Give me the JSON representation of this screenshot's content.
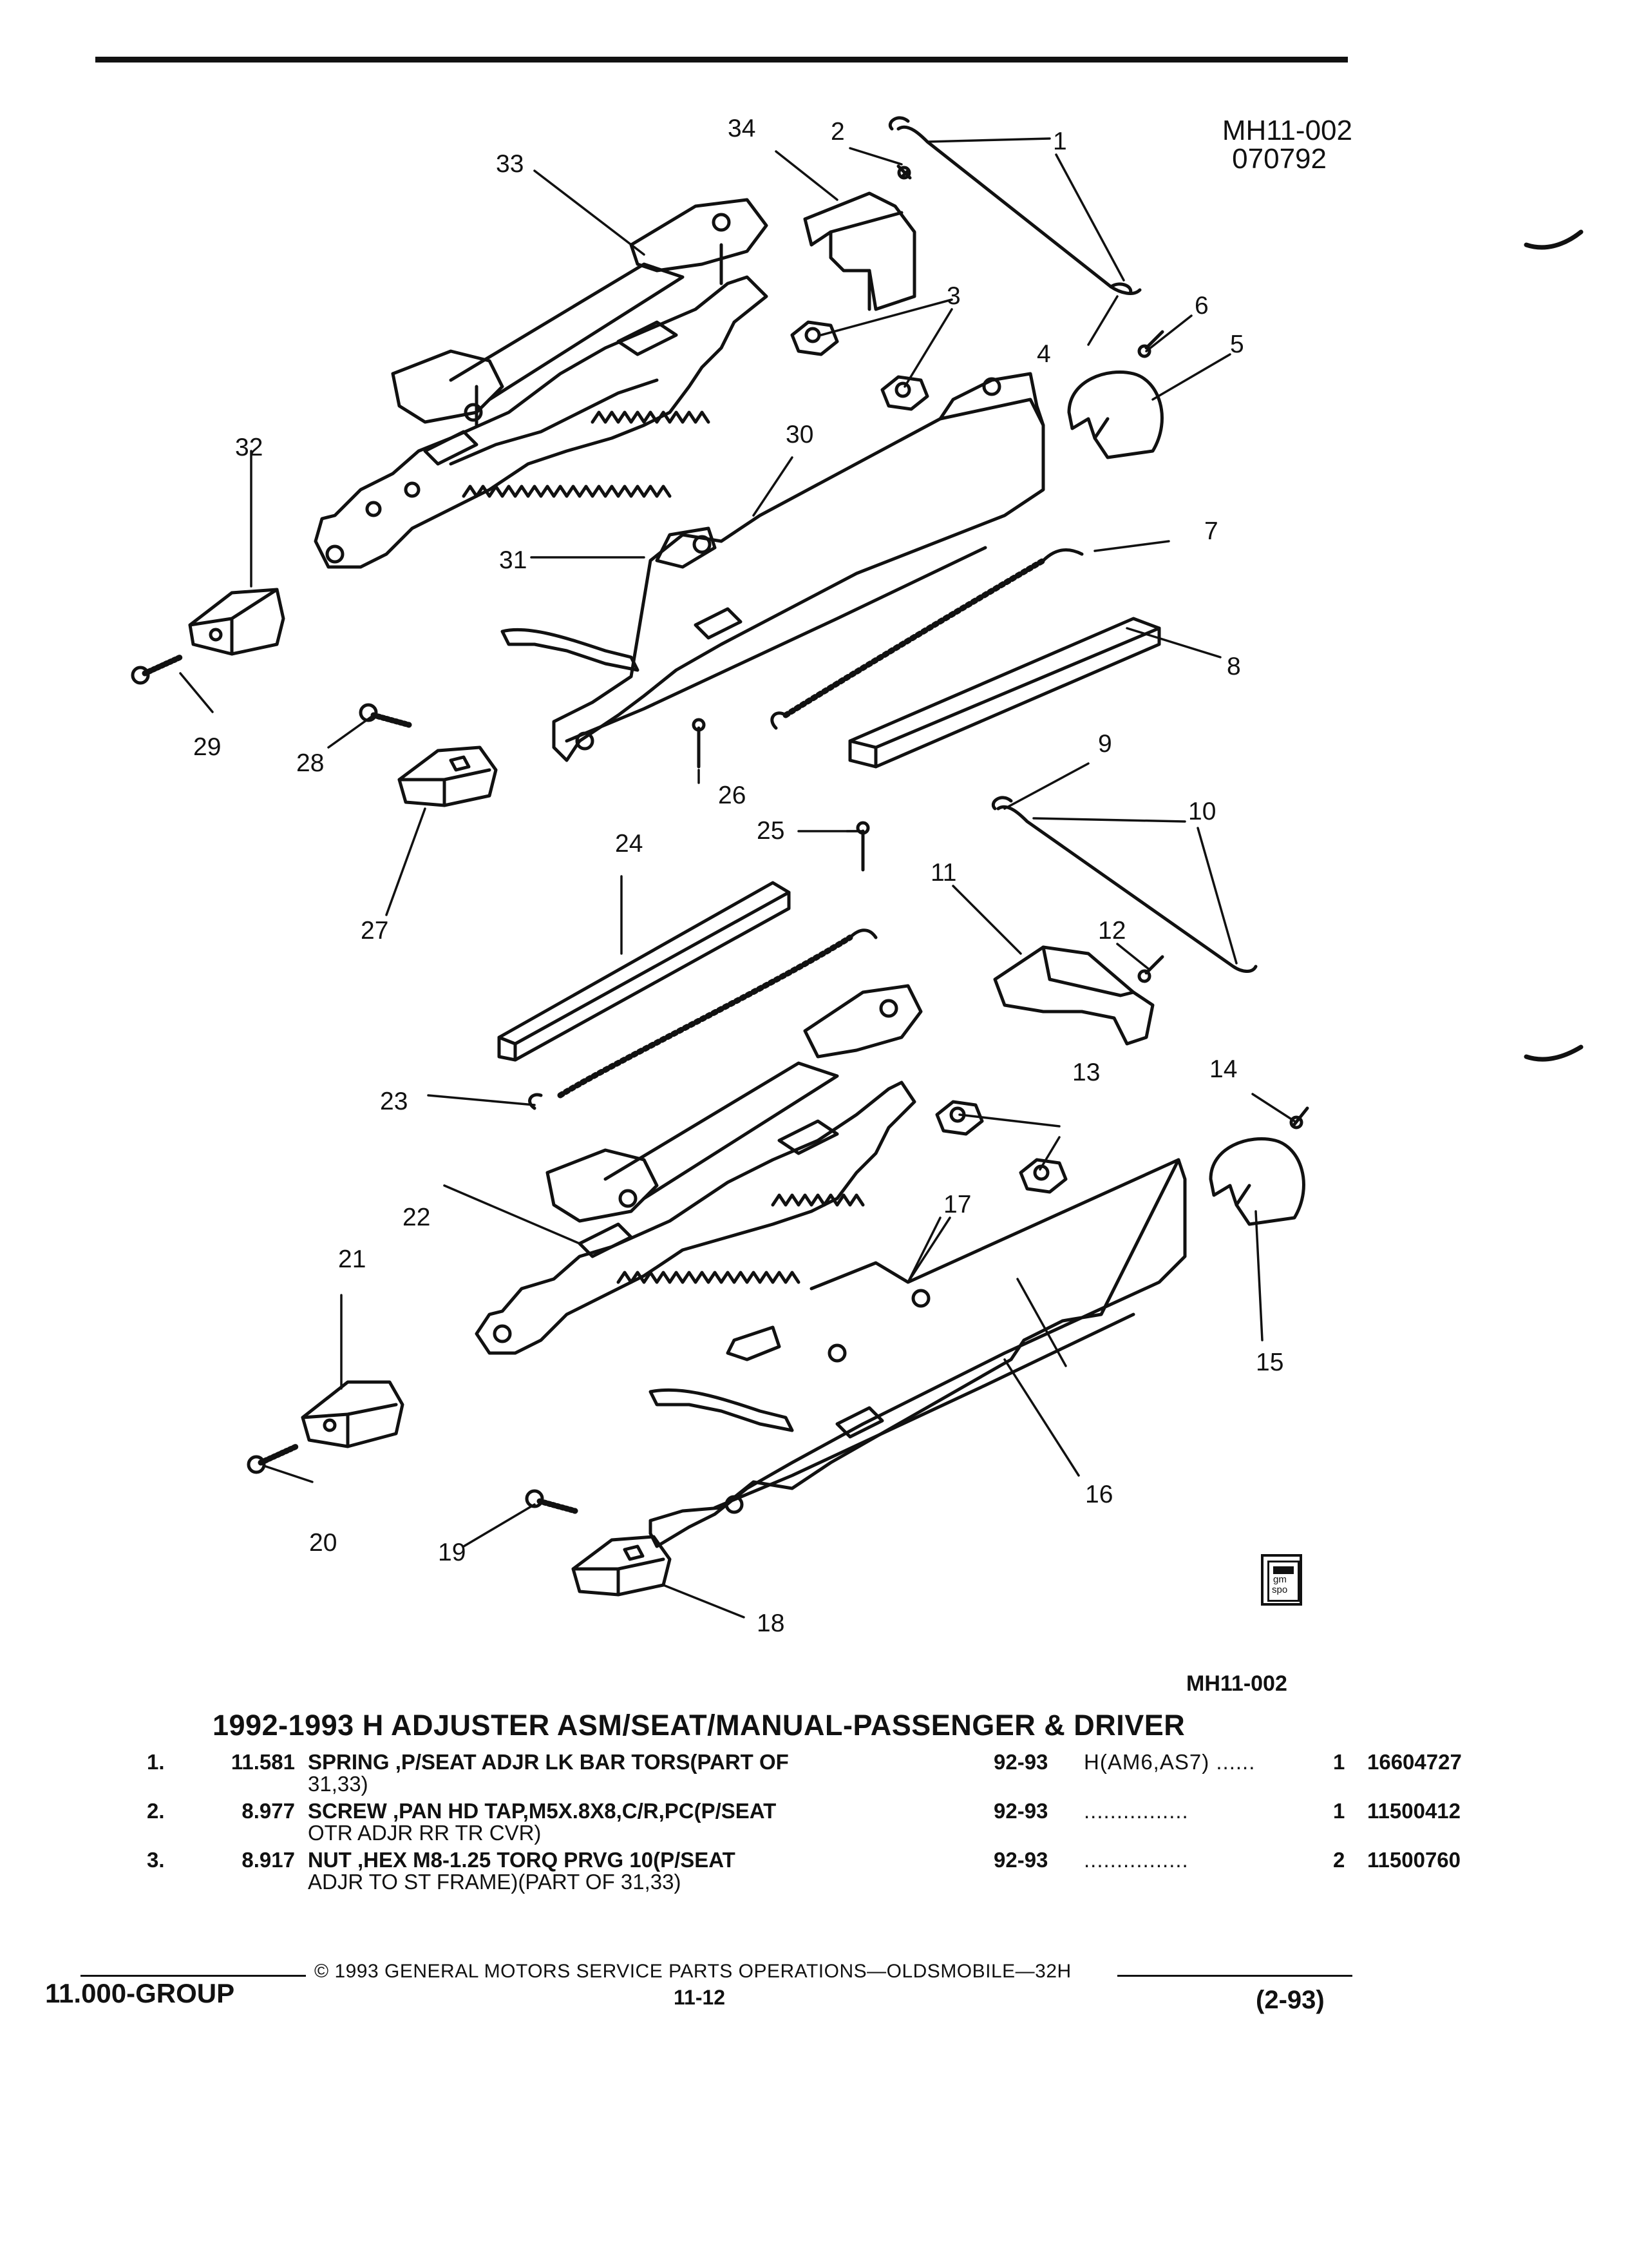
{
  "figure": {
    "code": "MH11-002",
    "date": "070792",
    "ref": "MH11-002"
  },
  "callouts": [
    "1",
    "2",
    "3",
    "4",
    "5",
    "6",
    "7",
    "8",
    "9",
    "10",
    "11",
    "12",
    "13",
    "14",
    "15",
    "16",
    "17",
    "18",
    "19",
    "20",
    "21",
    "22",
    "23",
    "24",
    "25",
    "26",
    "27",
    "28",
    "29",
    "30",
    "31",
    "32",
    "33",
    "34"
  ],
  "parts_list": {
    "title": "1992-1993 H ADJUSTER ASM/SEAT/MANUAL-PASSENGER & DRIVER",
    "rows": [
      {
        "index": "1.",
        "section": "11.581",
        "desc": "SPRING ,P/SEAT ADJR LK BAR TORS(PART OF",
        "desc_cont": "31,33)",
        "years": "92-93",
        "model": "H(AM6,AS7) ......",
        "qty": "1",
        "part_no": "16604727"
      },
      {
        "index": "2.",
        "section": "8.977",
        "desc": "SCREW ,PAN HD TAP,M5X.8X8,C/R,PC(P/SEAT",
        "desc_cont": "OTR ADJR RR TR CVR)",
        "years": "92-93",
        "model": "................",
        "qty": "1",
        "part_no": "11500412"
      },
      {
        "index": "3.",
        "section": "8.917",
        "desc": "NUT ,HEX M8-1.25 TORQ PRVG 10(P/SEAT",
        "desc_cont": "ADJR TO ST FRAME)(PART OF 31,33)",
        "years": "92-93",
        "model": "................",
        "qty": "2",
        "part_no": "11500760"
      }
    ]
  },
  "footer": {
    "copyright": "© 1993 GENERAL MOTORS SERVICE PARTS OPERATIONS—OLDSMOBILE—32H",
    "group": "11.000-GROUP",
    "page": "11-12",
    "revision": "(2-93)"
  },
  "logo": {
    "line1": "gm",
    "line2": "spo"
  }
}
